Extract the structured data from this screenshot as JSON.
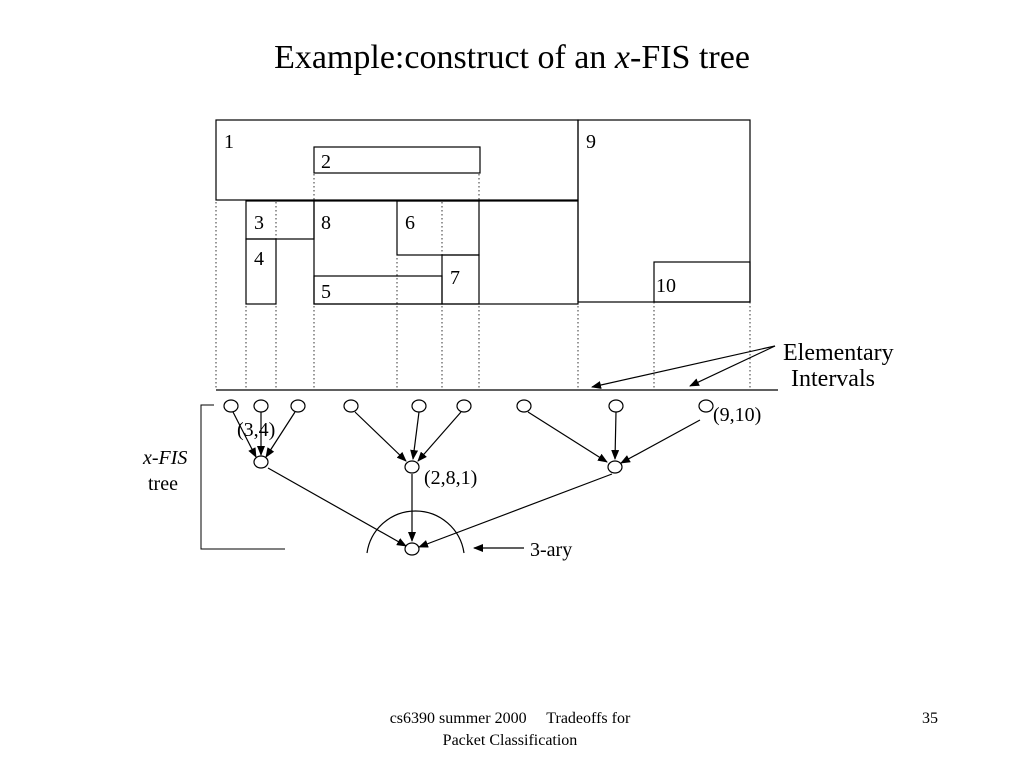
{
  "title": {
    "prefix": "Example:construct of an ",
    "variable": "x",
    "suffix": "-FIS tree"
  },
  "rects": {
    "r1": "1",
    "r2": "2",
    "r3": "3",
    "r4": "4",
    "r5": "5",
    "r6": "6",
    "r7": "7",
    "r8": "8",
    "r9": "9",
    "r10": "10"
  },
  "labels": {
    "elementary_line1": "Elementary",
    "elementary_line2": "Intervals",
    "node_34": "(3,4)",
    "node_281": "(2,8,1)",
    "node_910": "(9,10)",
    "xfis_var": "x-FIS",
    "xfis_tree": "tree",
    "ary": "3-ary"
  },
  "footer": {
    "line1": "cs6390 summer 2000     Tradeoffs for",
    "line2": "Packet Classification",
    "page": "35"
  }
}
